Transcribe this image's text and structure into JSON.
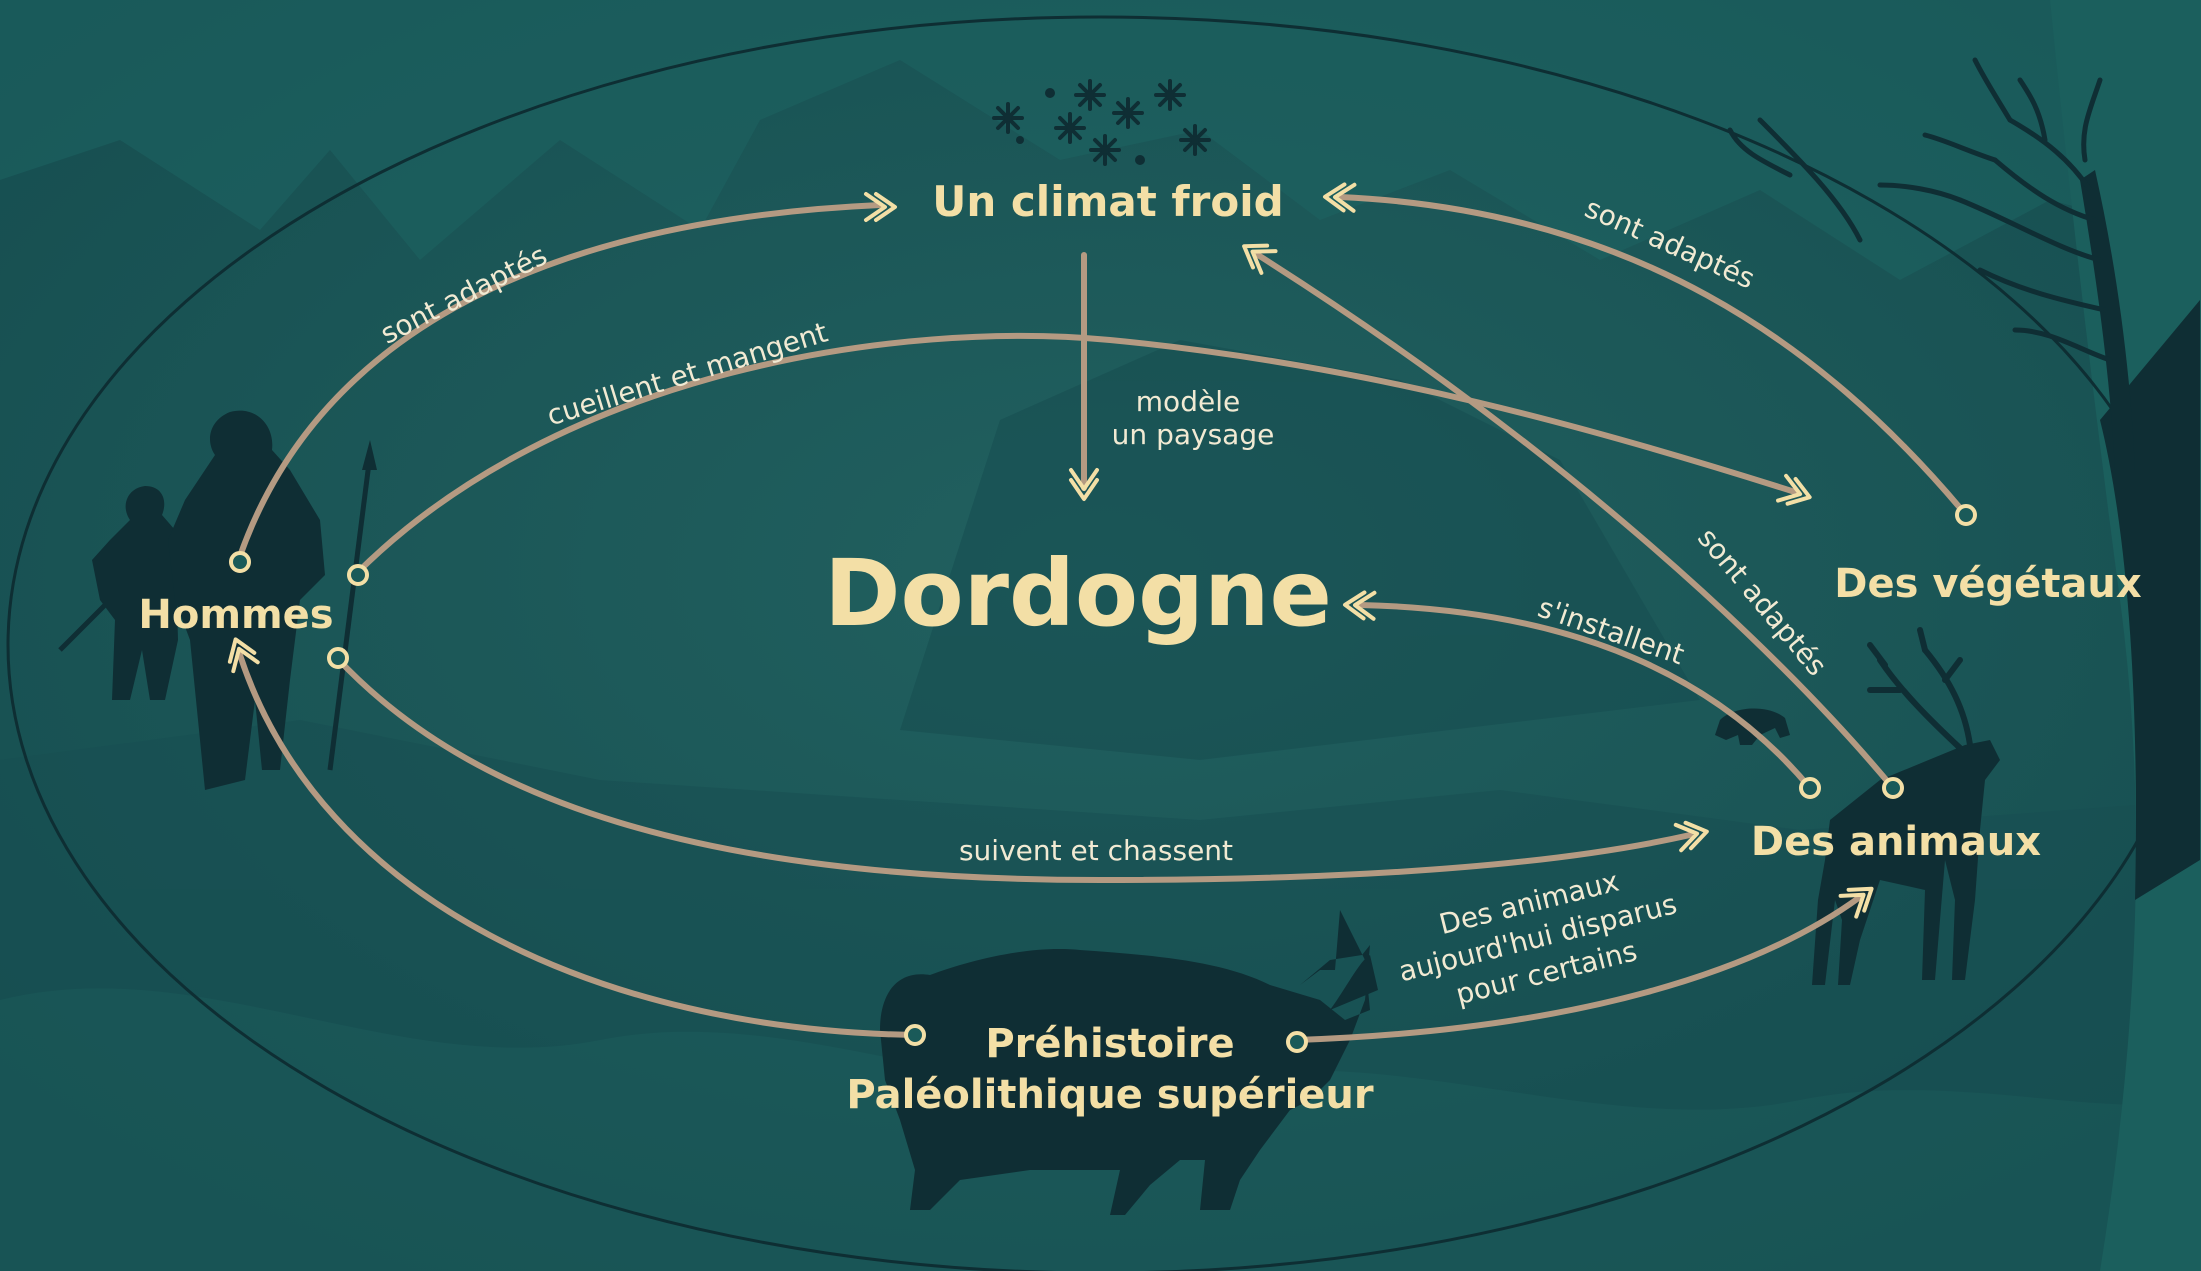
{
  "colors": {
    "background": "#1a5a59",
    "background_dark": "#0f3b40",
    "arrow": "#b49a82",
    "node_text": "#f3dfa6",
    "label_text": "#f1ead3",
    "silhouette": "#102f35"
  },
  "nodes": {
    "center": "Dordogne",
    "climate": "Un climat froid",
    "humans": "Hommes",
    "plants": "Des végétaux",
    "animals": "Des animaux",
    "prehistory_line1": "Préhistoire",
    "prehistory_line2": "Paléolithique supérieur"
  },
  "relations": {
    "humans_climate": "sont adaptés",
    "humans_plants": "cueillent et mangent",
    "climate_dordogne_line1": "modèle",
    "climate_dordogne_line2": "un paysage",
    "plants_climate": "sont adaptés",
    "animals_climate": "sont adaptés",
    "animals_dordogne": "s'installent",
    "humans_animals": "suivent et chassent",
    "prehistory_animals_line1": "Des animaux",
    "prehistory_animals_line2": "aujourd'hui disparus",
    "prehistory_animals_line3": "pour certains"
  },
  "icons": [
    "snowflakes-icon",
    "human-silhouettes",
    "tree-silhouette",
    "reindeer-silhouette",
    "rhinoceros-silhouette",
    "small-animal-silhouette"
  ]
}
